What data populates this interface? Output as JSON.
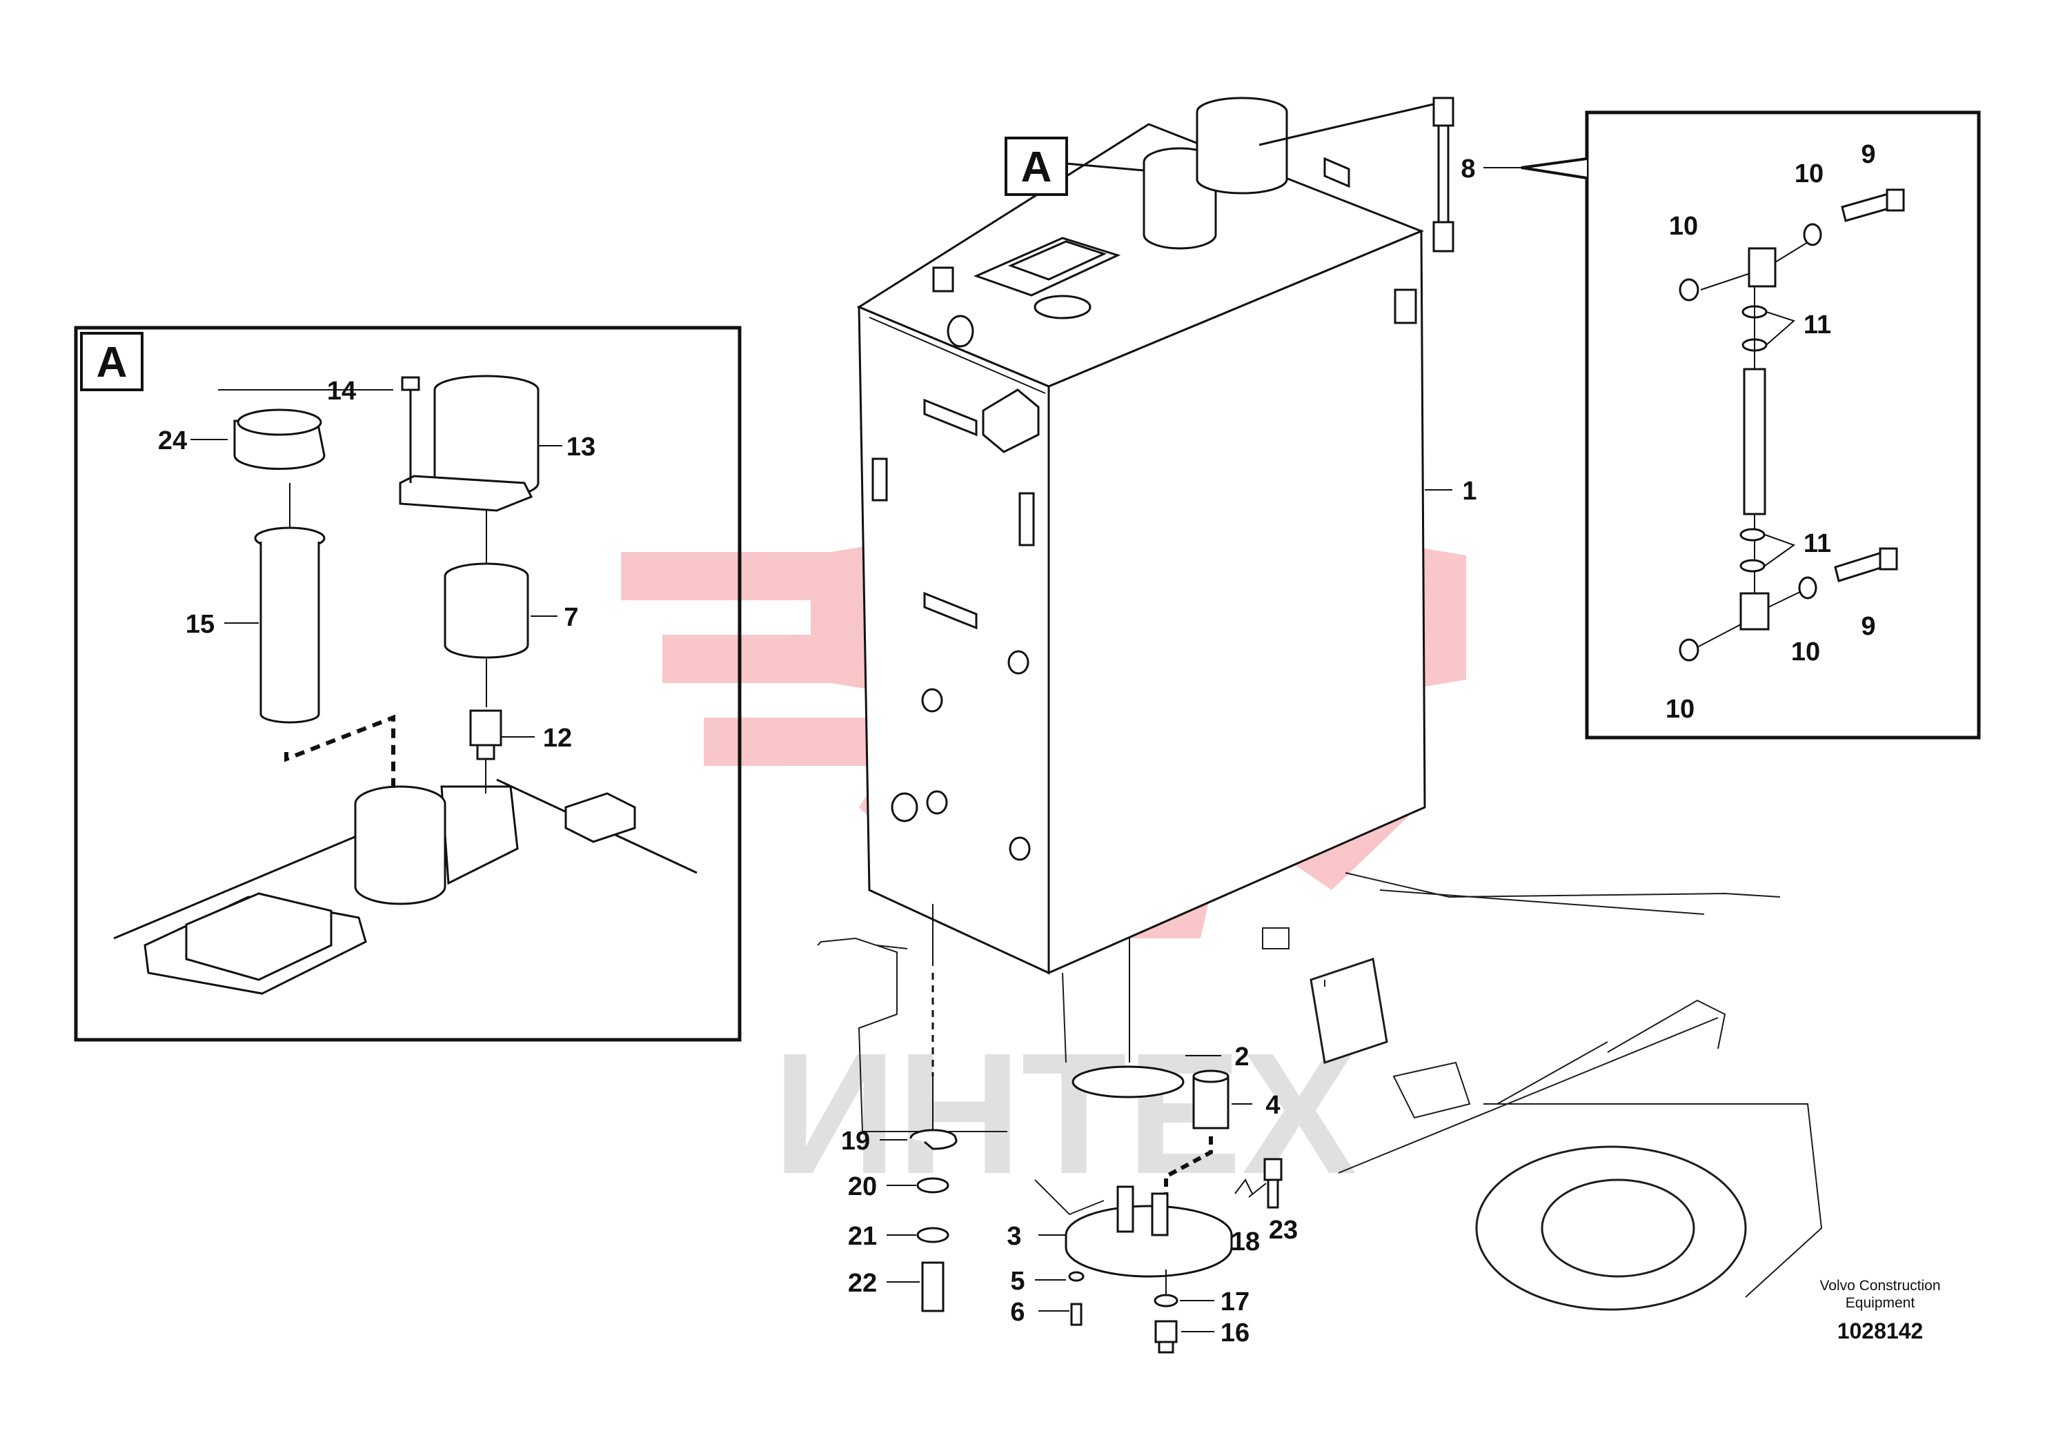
{
  "diagram": {
    "detail_views": [
      {
        "id": "detail-a",
        "label": "A"
      },
      {
        "id": "detail-a-callout",
        "label": "A"
      }
    ],
    "callouts": [
      {
        "id": "c1",
        "text": "1"
      },
      {
        "id": "c2",
        "text": "2"
      },
      {
        "id": "c3",
        "text": "3"
      },
      {
        "id": "c4",
        "text": "4"
      },
      {
        "id": "c5",
        "text": "5"
      },
      {
        "id": "c6",
        "text": "6"
      },
      {
        "id": "c7",
        "text": "7"
      },
      {
        "id": "c8",
        "text": "8"
      },
      {
        "id": "c9a",
        "text": "9"
      },
      {
        "id": "c9b",
        "text": "9"
      },
      {
        "id": "c10a",
        "text": "10"
      },
      {
        "id": "c10b",
        "text": "10"
      },
      {
        "id": "c10c",
        "text": "10"
      },
      {
        "id": "c10d",
        "text": "10"
      },
      {
        "id": "c11a",
        "text": "11"
      },
      {
        "id": "c11b",
        "text": "11"
      },
      {
        "id": "c12",
        "text": "12"
      },
      {
        "id": "c13",
        "text": "13"
      },
      {
        "id": "c14",
        "text": "14"
      },
      {
        "id": "c15",
        "text": "15"
      },
      {
        "id": "c16",
        "text": "16"
      },
      {
        "id": "c17",
        "text": "17"
      },
      {
        "id": "c18",
        "text": "18"
      },
      {
        "id": "c19",
        "text": "19"
      },
      {
        "id": "c20",
        "text": "20"
      },
      {
        "id": "c21",
        "text": "21"
      },
      {
        "id": "c22",
        "text": "22"
      },
      {
        "id": "c23",
        "text": "23"
      },
      {
        "id": "c24",
        "text": "24"
      }
    ],
    "footer": {
      "company_line1": "Volvo Construction",
      "company_line2": "Equipment",
      "drawing_number": "1028142"
    },
    "watermark": {
      "text": "ИНТЕХ",
      "color": "#e8323c"
    }
  }
}
